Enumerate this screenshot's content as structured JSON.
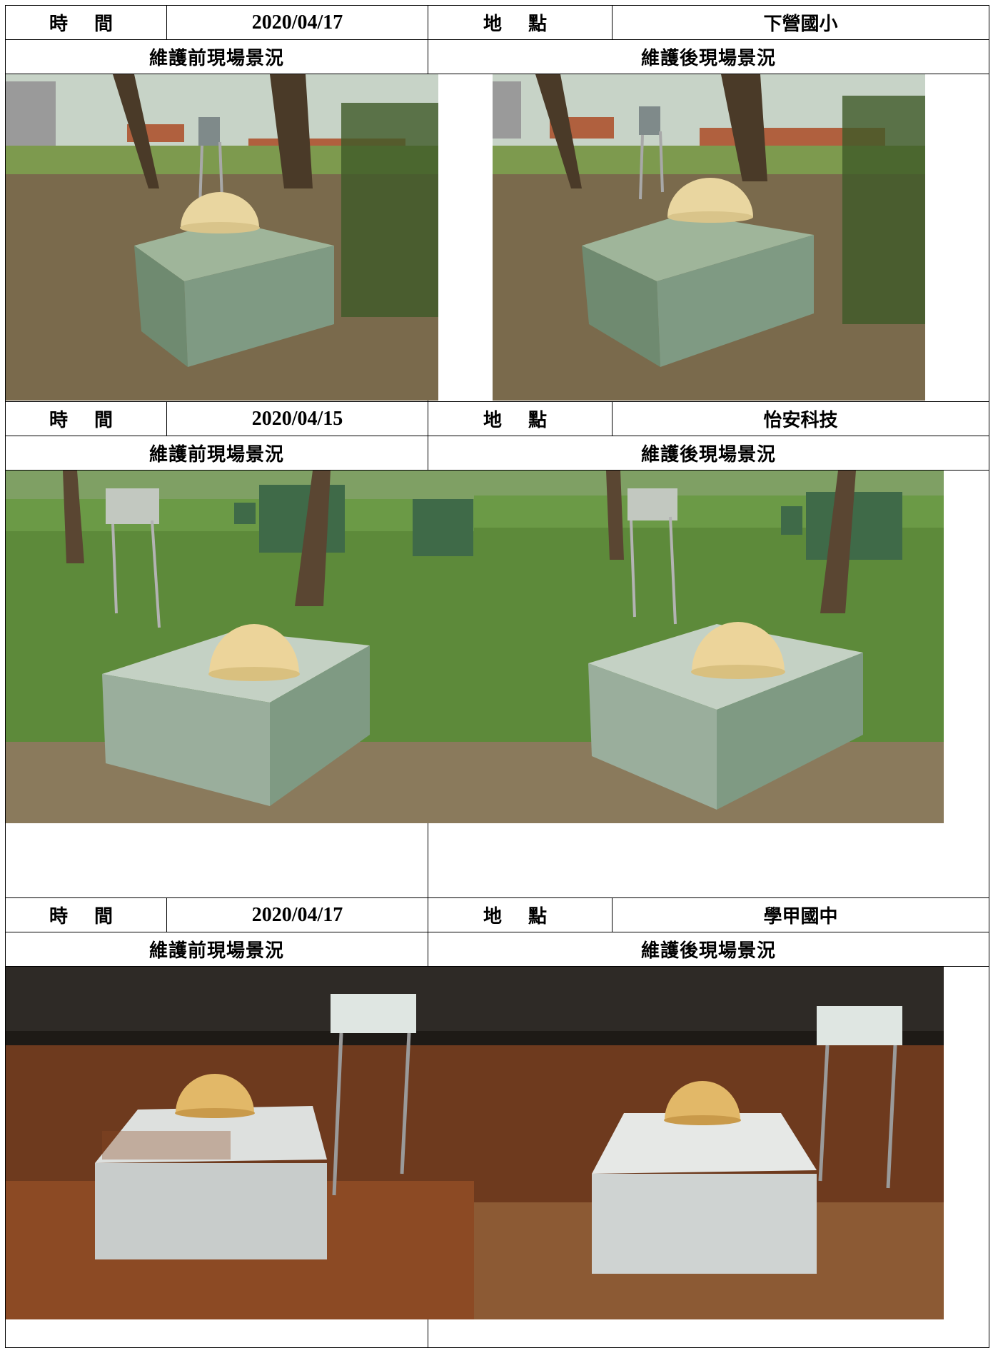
{
  "rows": [
    {
      "time_label": "時 間",
      "date": "2020/04/17",
      "place_label": "地 點",
      "place": "下營國小",
      "before_label": "維護前現場景況",
      "after_label": "維護後現場景況",
      "before_photo": "dome-on-green-tile-base-before",
      "after_photo": "dome-on-green-tile-base-after"
    },
    {
      "time_label": "時 間",
      "date": "2020/04/15",
      "place_label": "地 點",
      "place": "怡安科技",
      "before_label": "維護前現場景況",
      "after_label": "維護後現場景況",
      "before_photo": "dome-on-grass-tile-base-before",
      "after_photo": "dome-on-grass-tile-base-after"
    },
    {
      "time_label": "時 間",
      "date": "2020/04/17",
      "place_label": "地 點",
      "place": "學甲國中",
      "before_label": "維護前現場景況",
      "after_label": "維護後現場景況",
      "before_photo": "dome-on-white-tile-base-before",
      "after_photo": "dome-on-white-tile-base-after"
    }
  ],
  "colors": {
    "border": "#000000",
    "dome": "#e9d6a0",
    "green_tile": "#7f9a83",
    "white_tile": "#d7dcdc",
    "soil": "#8a7556",
    "grass": "#4e7f32",
    "leaf_litter": "#9c5a2c"
  }
}
